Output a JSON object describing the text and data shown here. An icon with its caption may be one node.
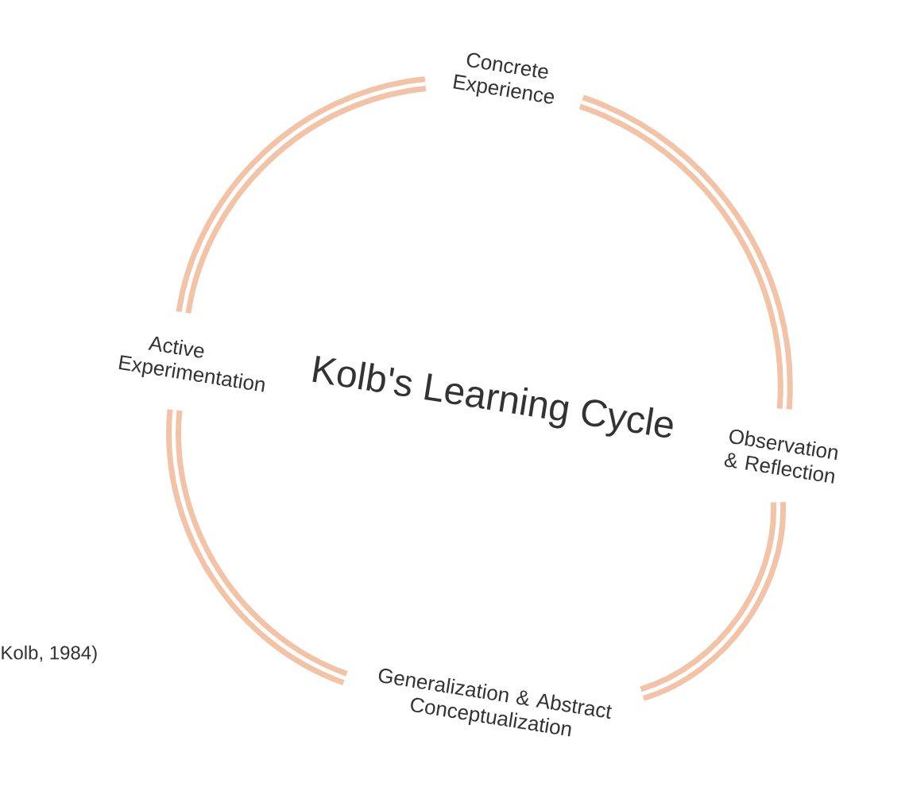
{
  "diagram": {
    "title": "Kolb's Learning Cycle",
    "nodes": [
      {
        "text": [
          "Concrete Experience"
        ]
      },
      {
        "text": [
          "Observation & Reflection"
        ]
      },
      {
        "text": [
          "Generalization & Abstract Conceptualization"
        ]
      },
      {
        "text": [
          "Active Experimentation"
        ]
      }
    ],
    "edges": [
      {
        "from": 0,
        "to": 1,
        "arrow": "none"
      },
      {
        "from": 1,
        "to": 2,
        "arrow": "none"
      },
      {
        "from": 2,
        "to": 3,
        "arrow": "none"
      },
      {
        "from": 3,
        "to": 0,
        "arrow": "none"
      }
    ],
    "labels": [
      "Kolb, 1984)"
    ]
  }
}
